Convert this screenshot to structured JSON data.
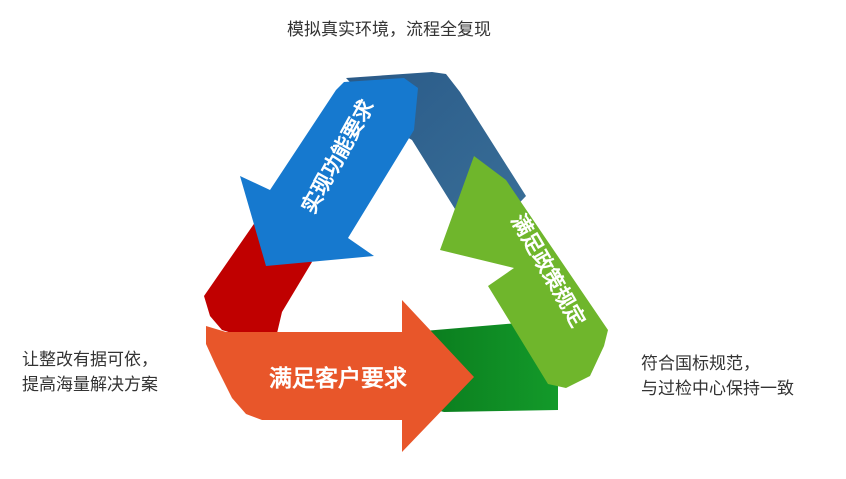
{
  "captions": {
    "top": "模拟真实环境，流程全复现",
    "left_line1": "让整改有据可依，",
    "left_line2": "提高海量解决方案",
    "right_line1": "符合国标规范，",
    "right_line2": "与过检中心保持一致"
  },
  "arrows": {
    "bottom": {
      "label": "满足客户要求",
      "color": "#e8562a"
    },
    "left": {
      "label": "实现功能要求",
      "color": "#1679cf"
    },
    "right": {
      "label": "满足政策规定",
      "color": "#6fb62c"
    }
  },
  "bands": {
    "red": "#c00000",
    "navy": "#2e6190",
    "green": "#0e8a23"
  }
}
